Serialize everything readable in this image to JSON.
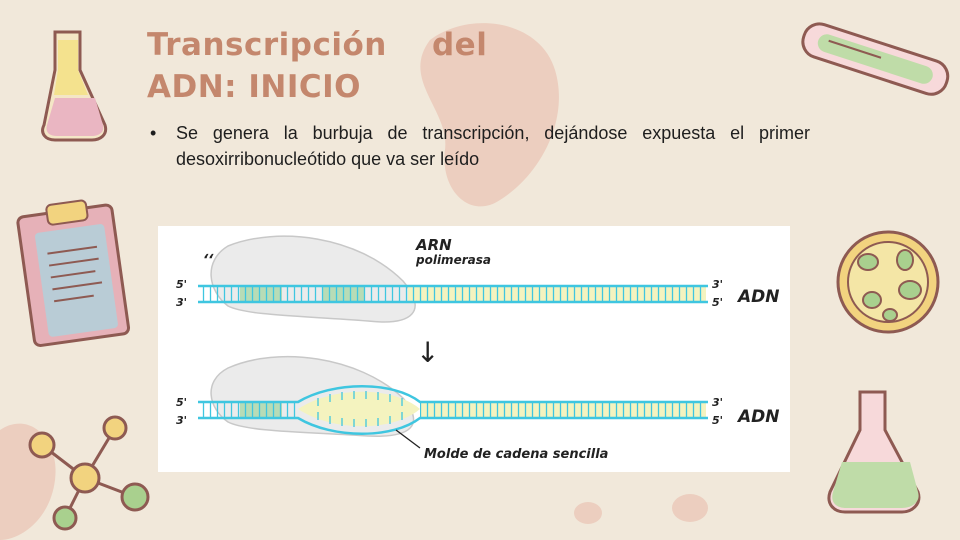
{
  "slide": {
    "title_line1": "Transcripción    del",
    "title_line2": "ADN: INICIO",
    "bullet_text": "Se genera la burbuja de transcripción, dejándose expuesta el primer desoxirribonucleótido  que va ser leído"
  },
  "diagram": {
    "enzyme_label_line1": "ARN",
    "enzyme_label_line2": "polimerasa",
    "strand_label_top": "ADN",
    "strand_label_bottom": "ADN",
    "template_label": "Molde de cadena sencilla",
    "end_5_prime": "5'",
    "end_3_prime": "3'",
    "arrow_symbol": "↓"
  },
  "colors": {
    "title": "#c4876d",
    "background": "#f1e8da",
    "strand_cyan": "#3fc6e0",
    "base_green": "#b7dcb6",
    "base_yellow": "#f4f3bf",
    "enzyme_fill": "#ebebeb"
  }
}
